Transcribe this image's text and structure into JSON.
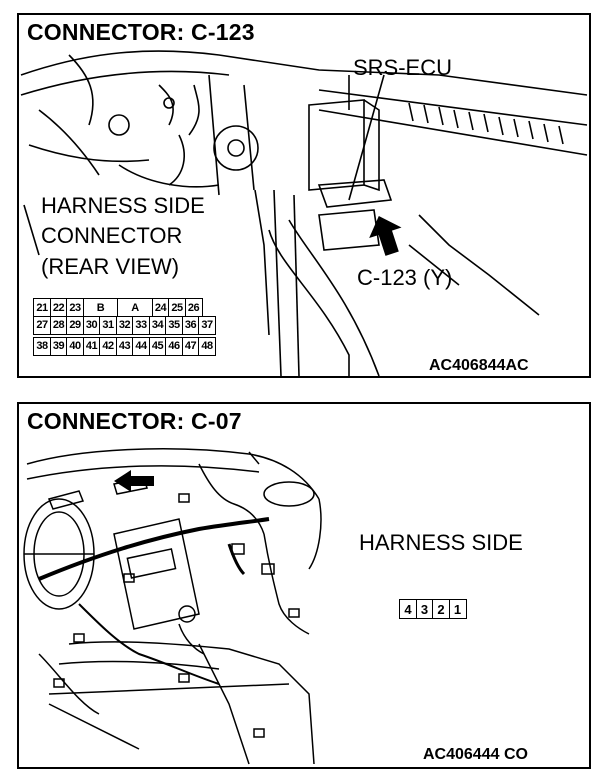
{
  "panel1": {
    "title": "CONNECTOR: C-123",
    "ecu_label": "SRS-ECU",
    "harness_line1": "HARNESS SIDE",
    "harness_line2": "CONNECTOR",
    "harness_line3": "(REAR VIEW)",
    "connector_label": "C-123 (Y)",
    "figure_code": "AC406844AC",
    "pins_row1": [
      "21",
      "22",
      "23",
      "B",
      "A",
      "24",
      "25",
      "26"
    ],
    "pins_row2": [
      "27",
      "28",
      "29",
      "30",
      "31",
      "32",
      "33",
      "34",
      "35",
      "36",
      "37"
    ],
    "pins_row3": [
      "38",
      "39",
      "40",
      "41",
      "42",
      "43",
      "44",
      "45",
      "46",
      "47",
      "48"
    ]
  },
  "panel2": {
    "title": "CONNECTOR: C-07",
    "harness_label": "HARNESS SIDE",
    "figure_code": "AC406444 CO",
    "pins": [
      "4",
      "3",
      "2",
      "1"
    ]
  }
}
